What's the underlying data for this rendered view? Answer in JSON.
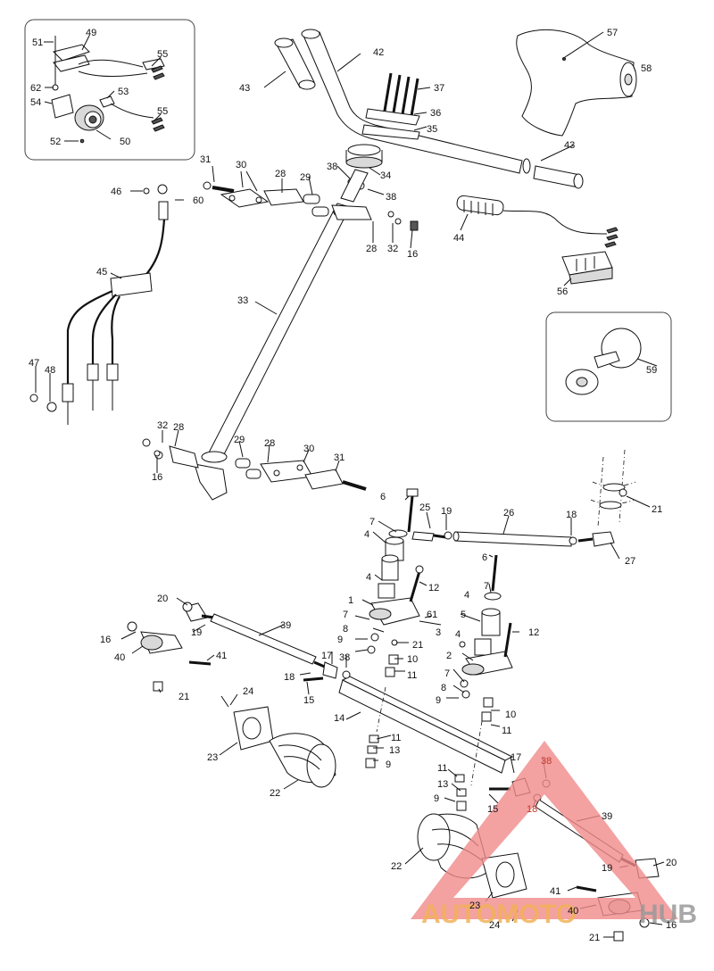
{
  "diagram": {
    "callouts": [
      {
        "id": "c51",
        "label": "51"
      },
      {
        "id": "c49",
        "label": "49"
      },
      {
        "id": "c55a",
        "label": "55"
      },
      {
        "id": "c62",
        "label": "62"
      },
      {
        "id": "c54",
        "label": "54"
      },
      {
        "id": "c53",
        "label": "53"
      },
      {
        "id": "c55b",
        "label": "55"
      },
      {
        "id": "c52",
        "label": "52"
      },
      {
        "id": "c50",
        "label": "50"
      },
      {
        "id": "c43a",
        "label": "43"
      },
      {
        "id": "c42",
        "label": "42"
      },
      {
        "id": "c37",
        "label": "37"
      },
      {
        "id": "c36",
        "label": "36"
      },
      {
        "id": "c35",
        "label": "35"
      },
      {
        "id": "c57",
        "label": "57"
      },
      {
        "id": "c58",
        "label": "58"
      },
      {
        "id": "c43b",
        "label": "43"
      },
      {
        "id": "c31a",
        "label": "31"
      },
      {
        "id": "c30a",
        "label": "30"
      },
      {
        "id": "c28a",
        "label": "28"
      },
      {
        "id": "c29a",
        "label": "29"
      },
      {
        "id": "c38a",
        "label": "38"
      },
      {
        "id": "c34",
        "label": "34"
      },
      {
        "id": "c38b",
        "label": "38"
      },
      {
        "id": "c46",
        "label": "46"
      },
      {
        "id": "c60",
        "label": "60"
      },
      {
        "id": "c28b",
        "label": "28"
      },
      {
        "id": "c32a",
        "label": "32"
      },
      {
        "id": "c16a",
        "label": "16"
      },
      {
        "id": "c44",
        "label": "44"
      },
      {
        "id": "c56",
        "label": "56"
      },
      {
        "id": "c45",
        "label": "45"
      },
      {
        "id": "c33",
        "label": "33"
      },
      {
        "id": "c59",
        "label": "59"
      },
      {
        "id": "c47",
        "label": "47"
      },
      {
        "id": "c48",
        "label": "48"
      },
      {
        "id": "c32b",
        "label": "32"
      },
      {
        "id": "c28c",
        "label": "28"
      },
      {
        "id": "c29b",
        "label": "29"
      },
      {
        "id": "c28d",
        "label": "28"
      },
      {
        "id": "c30b",
        "label": "30"
      },
      {
        "id": "c31b",
        "label": "31"
      },
      {
        "id": "c16b",
        "label": "16"
      },
      {
        "id": "c21a",
        "label": "21"
      },
      {
        "id": "c6a",
        "label": "6"
      },
      {
        "id": "c25",
        "label": "25"
      },
      {
        "id": "c19a",
        "label": "19"
      },
      {
        "id": "c26",
        "label": "26"
      },
      {
        "id": "c18a",
        "label": "18"
      },
      {
        "id": "c7a",
        "label": "7"
      },
      {
        "id": "c4a",
        "label": "4"
      },
      {
        "id": "c27",
        "label": "27"
      },
      {
        "id": "c6b",
        "label": "6"
      },
      {
        "id": "c4b",
        "label": "4"
      },
      {
        "id": "c12a",
        "label": "12"
      },
      {
        "id": "c7b",
        "label": "7"
      },
      {
        "id": "c4c",
        "label": "4"
      },
      {
        "id": "c20a",
        "label": "20"
      },
      {
        "id": "c1",
        "label": "1"
      },
      {
        "id": "c61",
        "label": "61"
      },
      {
        "id": "c5",
        "label": "5"
      },
      {
        "id": "c7c",
        "label": "7"
      },
      {
        "id": "c3",
        "label": "3"
      },
      {
        "id": "c12b",
        "label": "12"
      },
      {
        "id": "c39a",
        "label": "39"
      },
      {
        "id": "c19b",
        "label": "19"
      },
      {
        "id": "c8a",
        "label": "8"
      },
      {
        "id": "c4d",
        "label": "4"
      },
      {
        "id": "c16c",
        "label": "16"
      },
      {
        "id": "c9a",
        "label": "9"
      },
      {
        "id": "c21b",
        "label": "21"
      },
      {
        "id": "c2",
        "label": "2"
      },
      {
        "id": "c40a",
        "label": "40"
      },
      {
        "id": "c10a",
        "label": "10"
      },
      {
        "id": "c41a",
        "label": "41"
      },
      {
        "id": "c11a",
        "label": "11"
      },
      {
        "id": "c17a",
        "label": "17"
      },
      {
        "id": "c38c",
        "label": "38"
      },
      {
        "id": "c7d",
        "label": "7"
      },
      {
        "id": "c18b",
        "label": "18"
      },
      {
        "id": "c15a",
        "label": "15"
      },
      {
        "id": "c8b",
        "label": "8"
      },
      {
        "id": "c21c",
        "label": "21"
      },
      {
        "id": "c9b",
        "label": "9"
      },
      {
        "id": "c24a",
        "label": "24"
      },
      {
        "id": "c10b",
        "label": "10"
      },
      {
        "id": "c14",
        "label": "14"
      },
      {
        "id": "c11b",
        "label": "11"
      },
      {
        "id": "c11c",
        "label": "11"
      },
      {
        "id": "c23a",
        "label": "23"
      },
      {
        "id": "c13a",
        "label": "13"
      },
      {
        "id": "c9c",
        "label": "9"
      },
      {
        "id": "c17b",
        "label": "17"
      },
      {
        "id": "c38d",
        "label": "38"
      },
      {
        "id": "c22a",
        "label": "22"
      },
      {
        "id": "c11d",
        "label": "11"
      },
      {
        "id": "c13b",
        "label": "13"
      },
      {
        "id": "c9d",
        "label": "9"
      },
      {
        "id": "c15b",
        "label": "15"
      },
      {
        "id": "c18c",
        "label": "18"
      },
      {
        "id": "c39b",
        "label": "39"
      },
      {
        "id": "c22b",
        "label": "22"
      },
      {
        "id": "c19c",
        "label": "19"
      },
      {
        "id": "c20b",
        "label": "20"
      },
      {
        "id": "c23b",
        "label": "23"
      },
      {
        "id": "c41b",
        "label": "41"
      },
      {
        "id": "c40b",
        "label": "40"
      },
      {
        "id": "c24b",
        "label": "24"
      },
      {
        "id": "c21d",
        "label": "21"
      },
      {
        "id": "c16d",
        "label": "16"
      }
    ],
    "watermark": {
      "text_left": "AUTOMOTO",
      "text_right": "HUB",
      "color": "#f08a8a",
      "text_color": "#f2b25a"
    }
  }
}
